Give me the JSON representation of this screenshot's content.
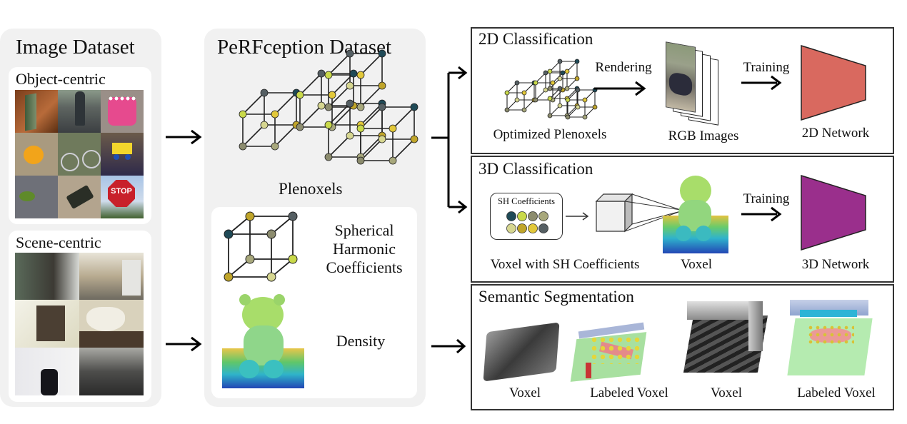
{
  "image_dataset": {
    "title": "Image Dataset",
    "object_centric": {
      "label": "Object-centric",
      "thumbnails": [
        "book",
        "parking-meter",
        "pink-cake",
        "orange",
        "bicycle",
        "toy-truck",
        "broccoli",
        "phone",
        "stop-sign"
      ],
      "stop_sign_text": "STOP"
    },
    "scene_centric": {
      "label": "Scene-centric",
      "thumbnails": [
        "bedroom",
        "kitchen",
        "bathroom-cabinet",
        "sink",
        "office-corner",
        "office-desk"
      ]
    }
  },
  "perfception": {
    "title": "PeRFception Dataset",
    "plenoxels_label": "Plenoxels",
    "sh_label_lines": [
      "Spherical",
      "Harmonic",
      "Coefficients"
    ],
    "density_label": "Density"
  },
  "tasks": {
    "cls2d": {
      "title": "2D Classification",
      "rendering": "Rendering",
      "training": "Training",
      "optimized_plenoxels": "Optimized Plenoxels",
      "rgb_images": "RGB Images",
      "network": "2D Network",
      "network_color": "#d9695f"
    },
    "cls3d": {
      "title": "3D Classification",
      "sh_coefficients": "SH Coefficients",
      "training": "Training",
      "voxel_with_sh": "Voxel with SH Coefficients",
      "voxel": "Voxel",
      "network": "3D Network",
      "network_color": "#9a2f8c"
    },
    "segmentation": {
      "title": "Semantic Segmentation",
      "labels": [
        "Voxel",
        "Labeled Voxel",
        "Voxel",
        "Labeled Voxel"
      ]
    }
  },
  "colors": {
    "node_colors": [
      "#1f4a57",
      "#c9d94a",
      "#8c8c6e",
      "#c0a52a",
      "#e2c83a",
      "#555f63",
      "#d6d690",
      "#a8a87c"
    ]
  }
}
